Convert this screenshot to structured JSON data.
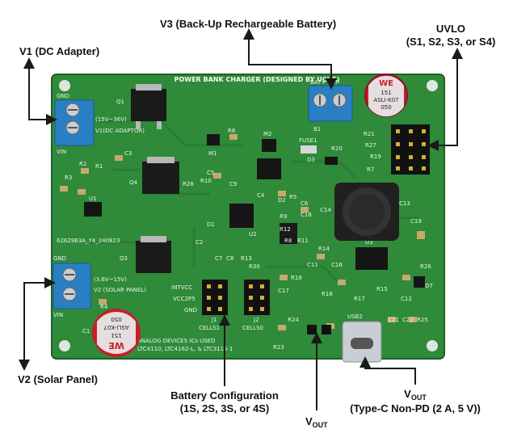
{
  "callouts": {
    "v1": "V1 (DC Adapter)",
    "v3": "V3 (Back-Up Rechargeable Battery)",
    "uvlo_title": "UVLO",
    "uvlo_sub": "(S1, S2, S3, or S4)",
    "v2": "V2 (Solar Panel)",
    "battery_config_title": "Battery Configuration",
    "battery_config_sub": "(1S, 2S, 3S, or 4S)",
    "vout_main": "V",
    "vout_sub": "OUT",
    "vout_c_main": "V",
    "vout_c_sub": "OUT",
    "vout_c_desc": "(Type-C Non-PD (2 A, 5 V))"
  },
  "board": {
    "title": "POWER BANK CHARGER (DESIGNED BY UCHE)",
    "board_id": "6262963A_Y4_240823",
    "v1_input": "(15V~36V)",
    "v1_label": "V1(DC ADAPTOR)",
    "v2_input": "(3.6V~15V)",
    "v2_label": "V2 (SOLAR PANEL)",
    "gnd_top": "GND",
    "vin_top": "VIN",
    "gnd_bottom": "GND",
    "vin_bottom": "VIN",
    "bat_label": "BAT+ BAT-",
    "fuse": "FUSE1",
    "usb": "USB2",
    "intvcc": "INTVCC",
    "vcc2p5": "VCC2P5",
    "gnd_hdr": "GND",
    "cells1": "CELLS1",
    "cells0": "CELLS0",
    "j1": "J1",
    "j2": "J2",
    "ic_used": "ANALOG DEVICES ICs USED",
    "ic_list": "LTC4110, LTC4162-L, & LTC3115-1",
    "cap_brand": "WE",
    "cap_value": "151",
    "cap_series": "ASLI-K07",
    "cap_volt": "050",
    "refs": [
      "Q1",
      "Q3",
      "Q4",
      "M1",
      "M2",
      "R1",
      "R2",
      "R3",
      "R4",
      "R5",
      "R6",
      "R7",
      "R8",
      "R9",
      "R10",
      "R11",
      "R12",
      "R13",
      "R14",
      "R15",
      "R16",
      "R17",
      "R18",
      "R19",
      "R20",
      "R21",
      "R23",
      "R24",
      "R25",
      "R26",
      "R27",
      "R28",
      "R30",
      "C2",
      "C3",
      "C4",
      "C5",
      "C6",
      "C7",
      "C8",
      "C9",
      "C11",
      "C12",
      "C13",
      "C14",
      "C16",
      "C17",
      "C18",
      "C19",
      "C21",
      "C22",
      "D1",
      "D2",
      "D3",
      "D7",
      "U1",
      "U2",
      "U3",
      "B1",
      "C1"
    ]
  },
  "colors": {
    "pcb": "#2f8a3a",
    "pcb_dark": "#236d2d",
    "terminal_blue": "#2a7fc4",
    "cap_body": "#c81e2a",
    "arrow": "#1a1a1a"
  }
}
